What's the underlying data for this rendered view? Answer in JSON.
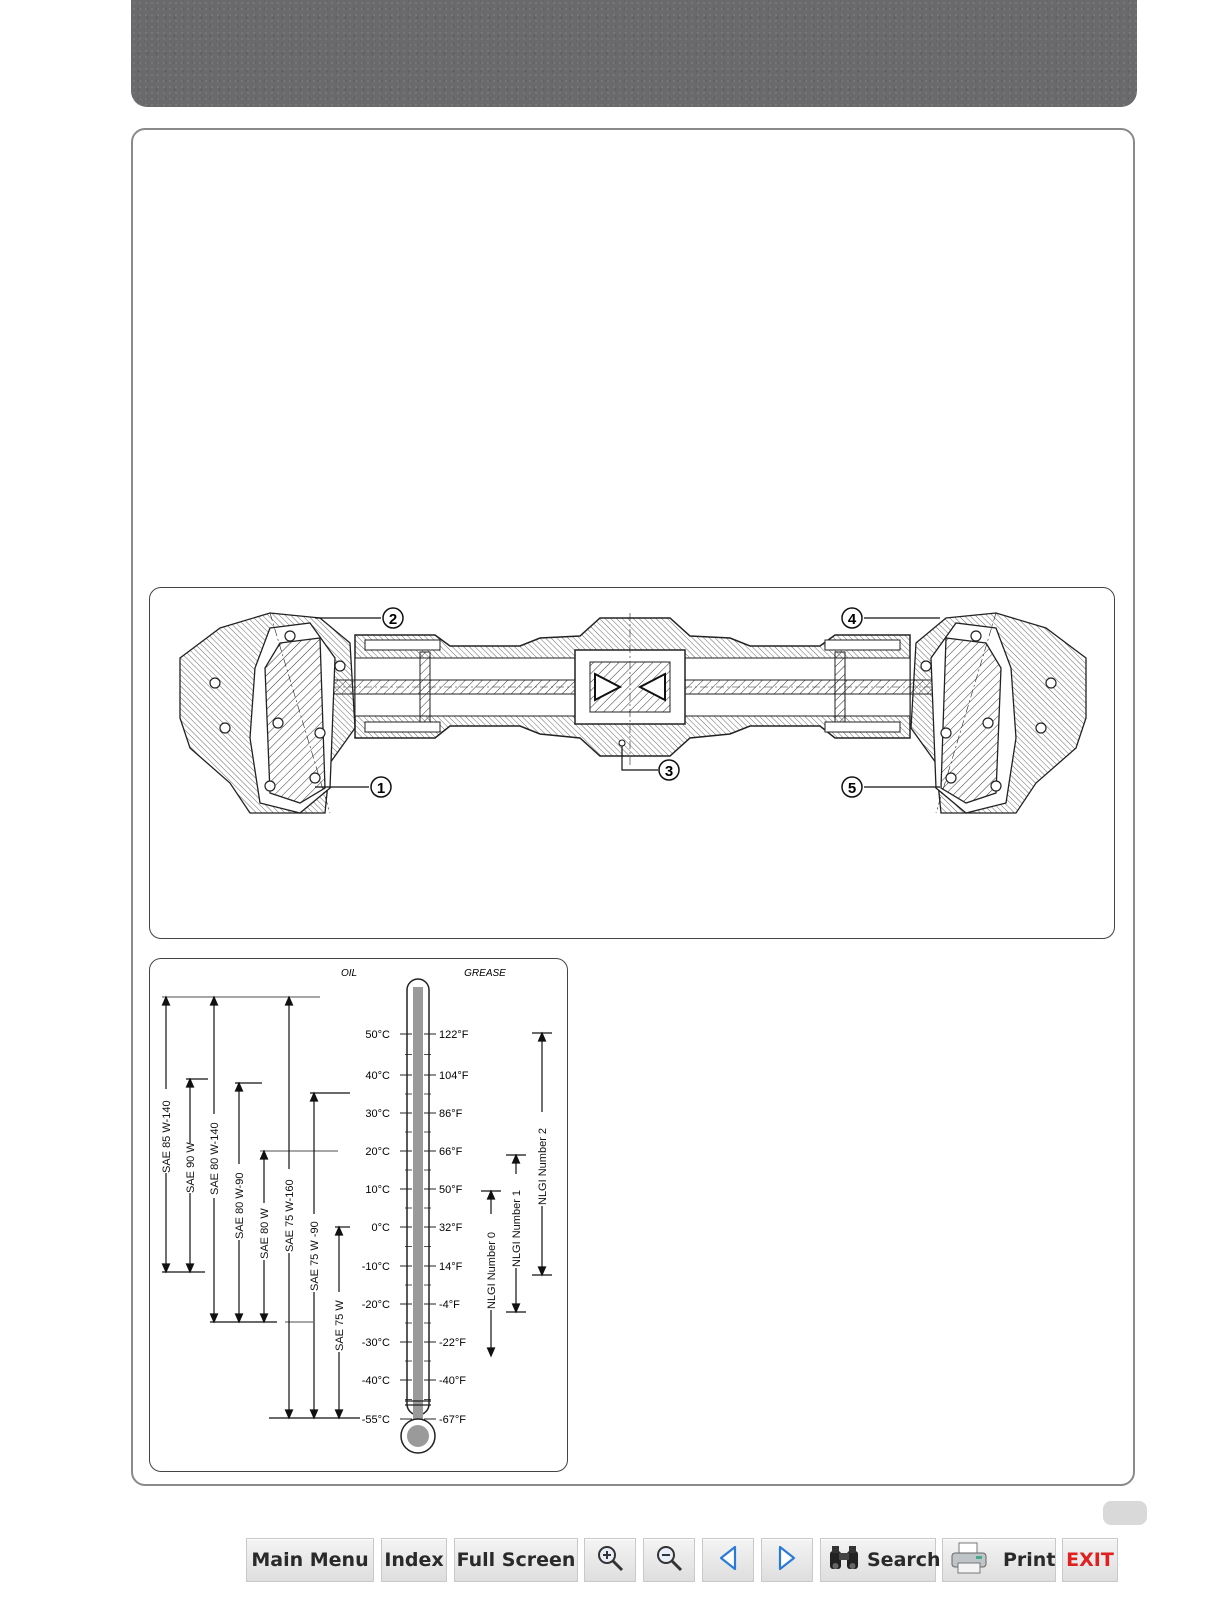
{
  "axle_diagram": {
    "callouts": [
      "1",
      "2",
      "3",
      "4",
      "5"
    ]
  },
  "lubricant_chart": {
    "oil_heading": "OIL",
    "grease_heading": "GREASE",
    "celsius": [
      "50°C",
      "40°C",
      "30°C",
      "20°C",
      "10°C",
      "0°C",
      "-10°C",
      "-20°C",
      "-30°C",
      "-40°C",
      "-55°C"
    ],
    "fahrenheit": [
      "122°F",
      "104°F",
      "86°F",
      "66°F",
      "50°F",
      "32°F",
      "14°F",
      "-4°F",
      "-22°F",
      "-40°F",
      "-67°F"
    ],
    "oil_grades": [
      "SAE 85 W-140",
      "SAE 90 W",
      "SAE 80 W-140",
      "SAE 80 W-90",
      "SAE 80 W",
      "SAE 75 W-160",
      "SAE 75 W -90",
      "SAE 75 W"
    ],
    "grease_grades": [
      "NLGI Number 0",
      "NLGI Number 1",
      "NLGI Number 2"
    ]
  },
  "toolbar": {
    "main_menu": "Main Menu",
    "index": "Index",
    "full_screen": "Full Screen",
    "search": "Search",
    "print": "Print",
    "exit": "EXIT",
    "icons": [
      "zoom-in-icon",
      "zoom-out-icon",
      "previous-page-icon",
      "next-page-icon",
      "binoculars-icon",
      "printer-icon"
    ]
  },
  "colors": {
    "header_band": "#6a6a6c",
    "exit_text": "#e0201e"
  }
}
